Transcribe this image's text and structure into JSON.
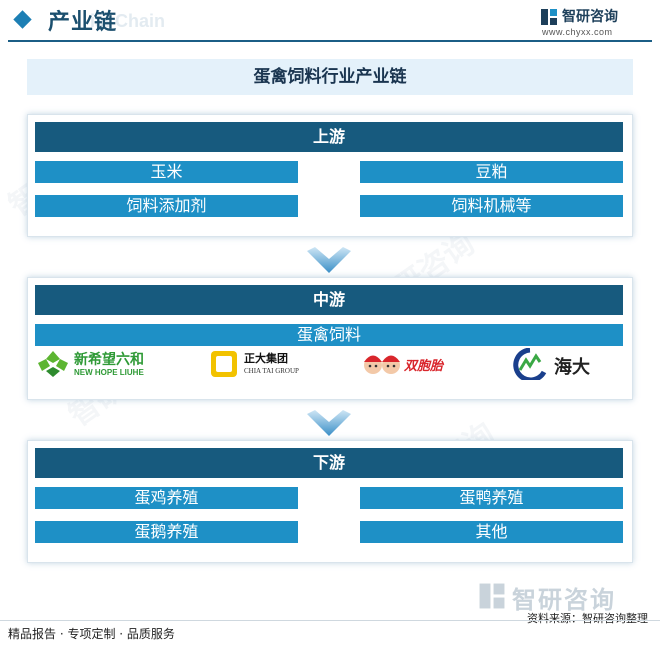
{
  "header": {
    "title": "产业链",
    "ghost_text": "ial Chain",
    "brand_name": "智研咨询",
    "brand_url": "www.chyxx.com"
  },
  "main_title": "蛋禽饲料行业产业链",
  "upstream": {
    "title": "上游",
    "items": [
      "玉米",
      "豆粕",
      "饲料添加剂",
      "饲料机械等"
    ]
  },
  "midstream": {
    "title": "中游",
    "product": "蛋禽饲料",
    "companies": [
      {
        "name": "新希望六和",
        "sub": "NEW HOPE LIUHE"
      },
      {
        "name": "正大集团",
        "sub": "CHIA TAI GROUP"
      },
      {
        "name": "双胞胎",
        "sub": ""
      },
      {
        "name": "海大",
        "sub": ""
      }
    ]
  },
  "downstream": {
    "title": "下游",
    "items": [
      "蛋鸡养殖",
      "蛋鸭养殖",
      "蛋鹅养殖",
      "其他"
    ]
  },
  "watermark": "智研咨询",
  "footer": {
    "left": "精品报告 · 专项定制 · 品质服务",
    "source": "资料来源：智研咨询整理"
  },
  "colors": {
    "head_dark": "#175a7e",
    "cell_blue": "#1e90c6",
    "title_bg": "#e4f1fa"
  }
}
